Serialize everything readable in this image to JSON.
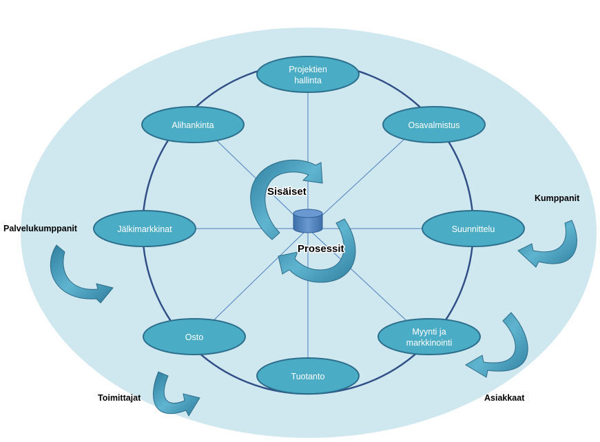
{
  "nodes": [
    {
      "id": "projektien-hallinta",
      "lines": [
        "Projektien",
        "hallinta"
      ]
    },
    {
      "id": "osavalmistus",
      "lines": [
        "Osavalmistus"
      ]
    },
    {
      "id": "suunnittelu",
      "lines": [
        "Suunnittelu"
      ]
    },
    {
      "id": "myynti-ja-markkinointi",
      "lines": [
        "Myynti ja",
        "markkinointi"
      ]
    },
    {
      "id": "tuotanto",
      "lines": [
        "Tuotanto"
      ]
    },
    {
      "id": "osto",
      "lines": [
        "Osto"
      ]
    },
    {
      "id": "jalkimarkkinat",
      "lines": [
        "Jälkimarkkinat"
      ]
    },
    {
      "id": "alihankinta",
      "lines": [
        "Alihankinta"
      ]
    }
  ],
  "center": {
    "label_top": "Sisäiset",
    "label_bottom": "Prosessit"
  },
  "external": {
    "palvelukumppanit": "Palvelukumppanit",
    "kumppanit": "Kumppanit",
    "toimittajat": "Toimittajat",
    "asiakkaat": "Asiakkaat"
  },
  "colors": {
    "background_ellipse": "#cfe7ef",
    "node_fill": "#4bacc6",
    "node_stroke": "#2c6f8c",
    "ring": "#2f4f86",
    "spokes": "#4a7fbf",
    "arrow_fill": "#3d8fb0",
    "arrow_stroke": "#2a6a86",
    "database": "#4f81bd"
  }
}
